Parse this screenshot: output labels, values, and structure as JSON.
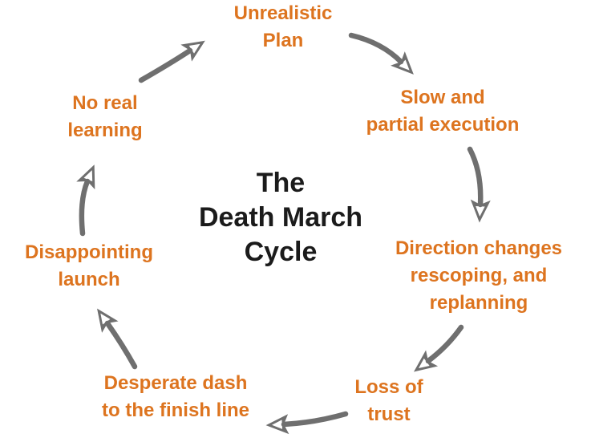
{
  "colors": {
    "background": "#FFFFFF",
    "label": "#DD741F",
    "title": "#1B1B1B",
    "arrow": "#6F6F6F"
  },
  "title": {
    "lines": [
      "The",
      "Death March",
      "Cycle"
    ]
  },
  "nodes": [
    {
      "id": "unrealistic-plan",
      "lines": [
        "Unrealistic",
        "Plan"
      ]
    },
    {
      "id": "slow-partial-execution",
      "lines": [
        "Slow and",
        "partial execution"
      ]
    },
    {
      "id": "direction-changes",
      "lines": [
        "Direction changes",
        "rescoping, and",
        "replanning"
      ]
    },
    {
      "id": "loss-of-trust",
      "lines": [
        "Loss of",
        "trust"
      ]
    },
    {
      "id": "desperate-dash",
      "lines": [
        "Desperate dash",
        "to the finish line"
      ]
    },
    {
      "id": "disappointing-launch",
      "lines": [
        "Disappointing",
        "launch"
      ]
    },
    {
      "id": "no-real-learning",
      "lines": [
        "No real",
        "learning"
      ]
    }
  ],
  "arrows": [
    {
      "from": "unrealistic-plan",
      "to": "slow-partial-execution"
    },
    {
      "from": "slow-partial-execution",
      "to": "direction-changes"
    },
    {
      "from": "direction-changes",
      "to": "loss-of-trust"
    },
    {
      "from": "loss-of-trust",
      "to": "desperate-dash"
    },
    {
      "from": "desperate-dash",
      "to": "disappointing-launch"
    },
    {
      "from": "disappointing-launch",
      "to": "no-real-learning"
    },
    {
      "from": "no-real-learning",
      "to": "unrealistic-plan"
    }
  ]
}
